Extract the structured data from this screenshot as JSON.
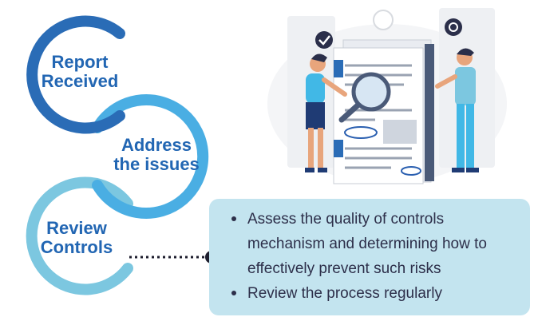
{
  "steps": [
    {
      "label": "Report\nReceived",
      "color": "#2a6cb6"
    },
    {
      "label": "Address\nthe issues",
      "color": "#4aaee3"
    },
    {
      "label": "Review\nControls",
      "color": "#7cc7e0"
    }
  ],
  "callout": {
    "background": "#c3e4ef",
    "bullets": [
      "Assess the quality of controls mechanism and determining how to effectively prevent such risks",
      "Review the process regularly"
    ]
  },
  "illustration": {
    "name": "document-review-illustration",
    "badge_check_icon": "check-circle-icon",
    "badge_coin_icon": "coin-icon"
  }
}
